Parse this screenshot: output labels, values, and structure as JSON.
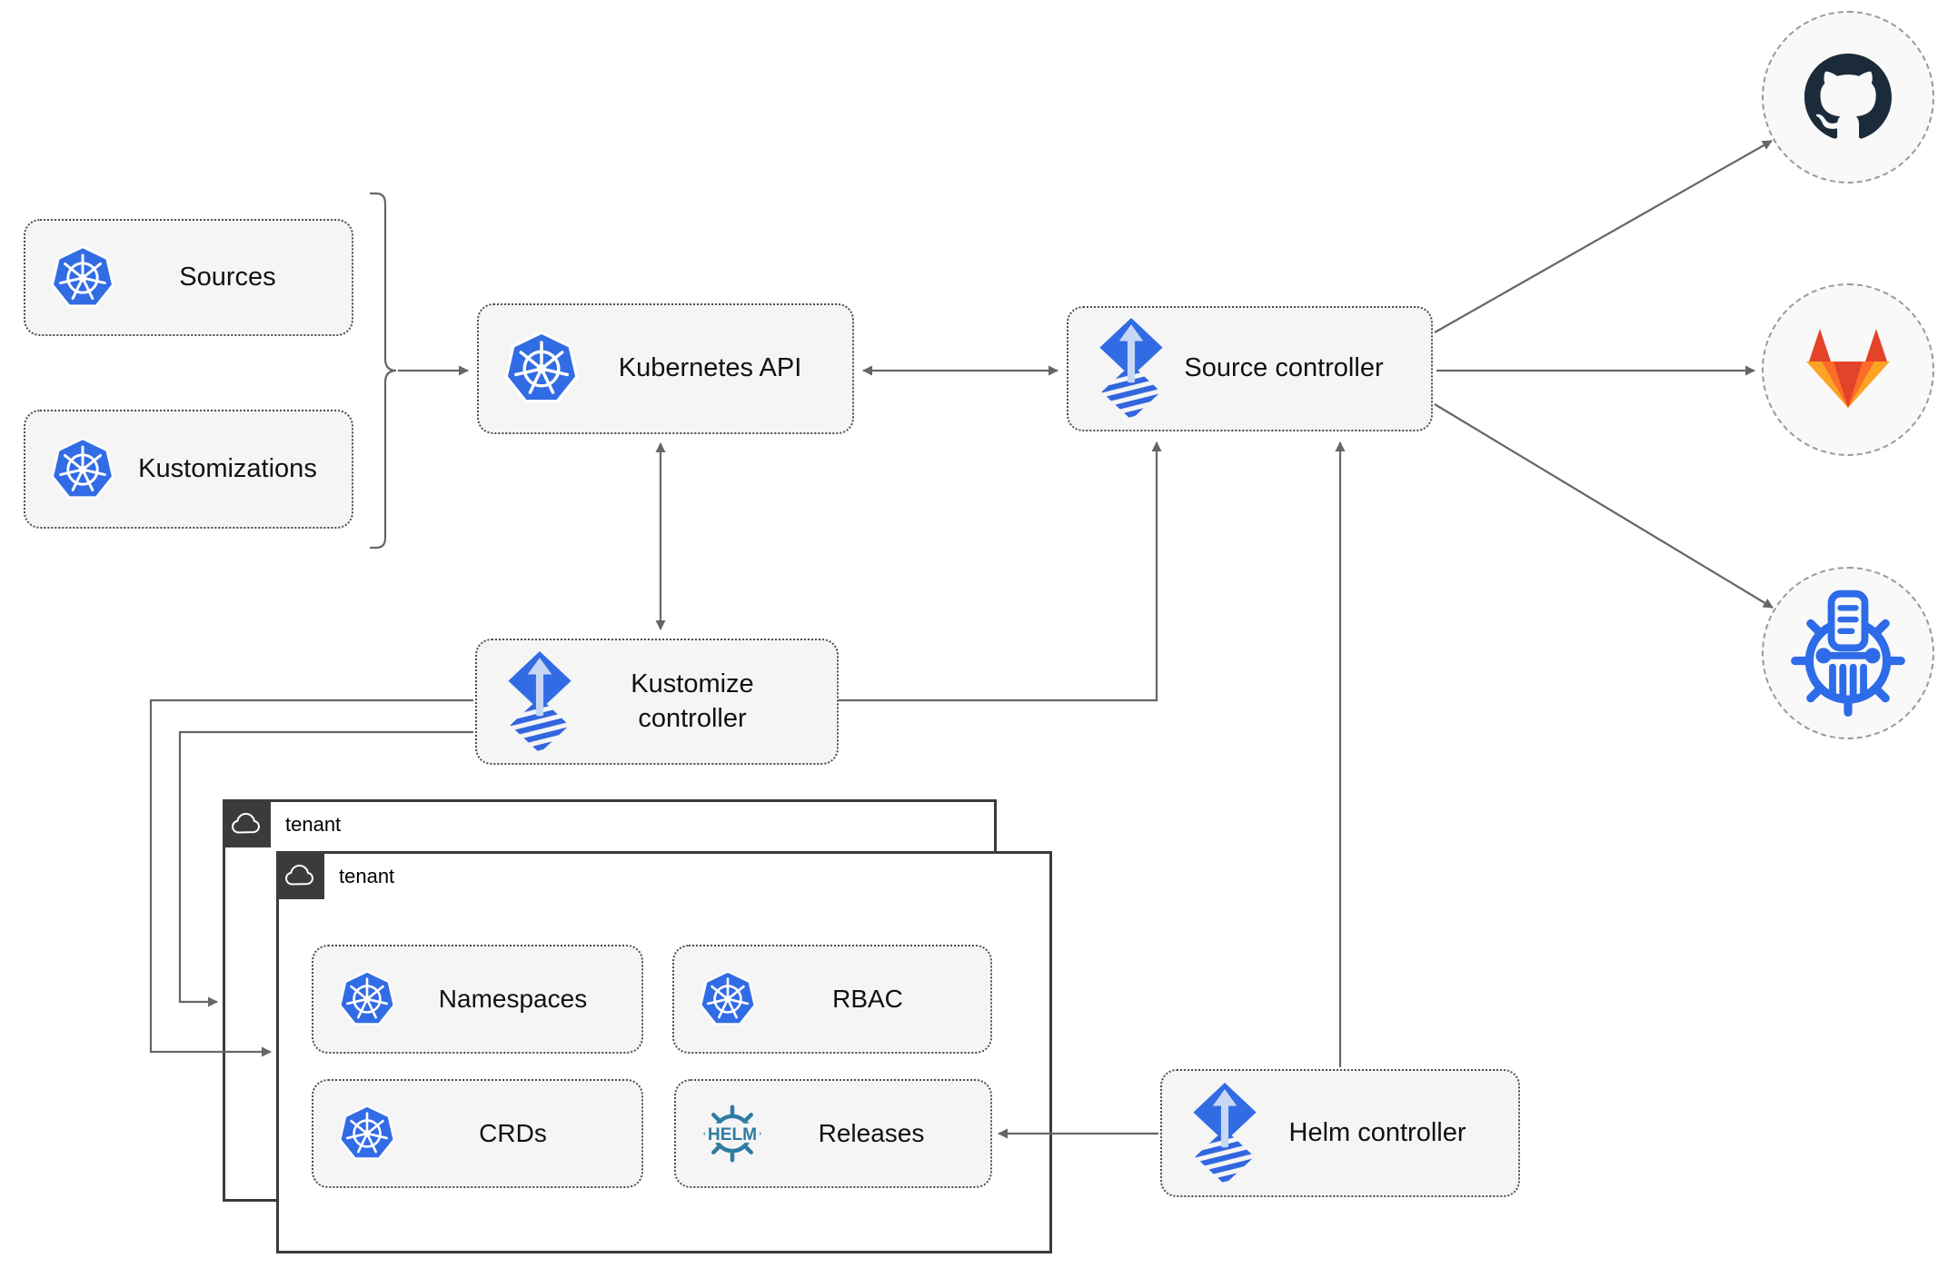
{
  "nodes": {
    "sources": {
      "label": "Sources",
      "icon": "kubernetes-icon"
    },
    "kustomizations": {
      "label": "Kustomizations",
      "icon": "kubernetes-icon"
    },
    "kubernetes_api": {
      "label": "Kubernetes API",
      "icon": "kubernetes-icon"
    },
    "source_controller": {
      "label": "Source controller",
      "icon": "flux-icon"
    },
    "kustomize_controller": {
      "label": "Kustomize controller",
      "icon": "flux-icon"
    },
    "helm_controller": {
      "label": "Helm controller",
      "icon": "flux-icon"
    },
    "namespaces": {
      "label": "Namespaces",
      "icon": "kubernetes-icon"
    },
    "rbac": {
      "label": "RBAC",
      "icon": "kubernetes-icon"
    },
    "crds": {
      "label": "CRDs",
      "icon": "kubernetes-icon"
    },
    "releases": {
      "label": "Releases",
      "icon": "helm-icon",
      "icon_text": "HELM"
    }
  },
  "tenants": {
    "outer": {
      "label": "tenant",
      "icon": "cloud-icon"
    },
    "inner": {
      "label": "tenant",
      "icon": "cloud-icon"
    }
  },
  "endpoints": {
    "github": {
      "icon": "github-icon"
    },
    "gitlab": {
      "icon": "gitlab-icon"
    },
    "chartmuseum": {
      "icon": "chartmuseum-icon"
    }
  },
  "colors": {
    "kubernetes_blue": "#326CE5",
    "flux_blue": "#316CE4",
    "flux_arrow_light": "#C7D7F6",
    "helm_teal": "#2E7BA4",
    "github_dark": "#1B2B3A",
    "gitlab_red": "#E24329",
    "gitlab_orange": "#FC6D26",
    "gitlab_yellow": "#FCA326",
    "chartmuseum_blue": "#2D6BE8",
    "connector_gray": "#666666",
    "tenant_border": "#3B3B3B",
    "node_fill": "#F5F5F5"
  }
}
